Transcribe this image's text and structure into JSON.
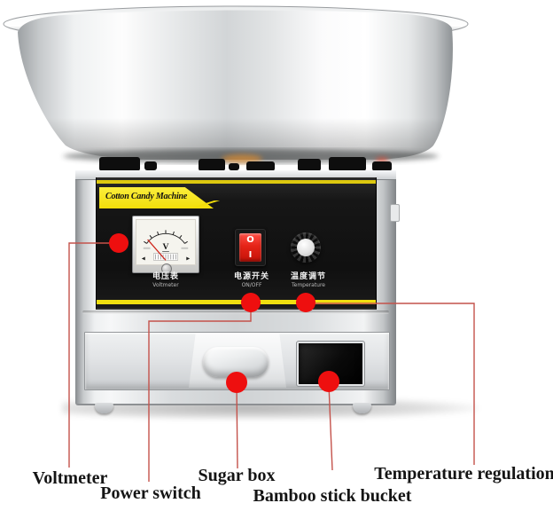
{
  "machine": {
    "banner_title": "Cotton Candy Machine",
    "panel_labels": [
      {
        "zh": "电压表",
        "en": "Voltmeter"
      },
      {
        "zh": "电源开关",
        "en": "ON/OFF"
      },
      {
        "zh": "温度调节",
        "en": "Temperature"
      }
    ],
    "voltmeter_unit": "V",
    "switch_symbols": {
      "off": "O",
      "on": "I"
    },
    "colors": {
      "accent_yellow": "#f2de0a",
      "panel_black": "#131313",
      "switch_red": "#e52317",
      "body_silver": "#d9dcde"
    }
  },
  "annotations": {
    "dot_color": "#ee0f0f",
    "line_color": "#c4524b",
    "items": [
      {
        "id": "voltmeter",
        "label": "Voltmeter"
      },
      {
        "id": "power-switch",
        "label": "Power switch"
      },
      {
        "id": "sugar-box",
        "label": "Sugar box"
      },
      {
        "id": "bamboo-stick-bucket",
        "label": "Bamboo stick bucket"
      },
      {
        "id": "temperature-regulation",
        "label": "Temperature regulation"
      }
    ]
  }
}
